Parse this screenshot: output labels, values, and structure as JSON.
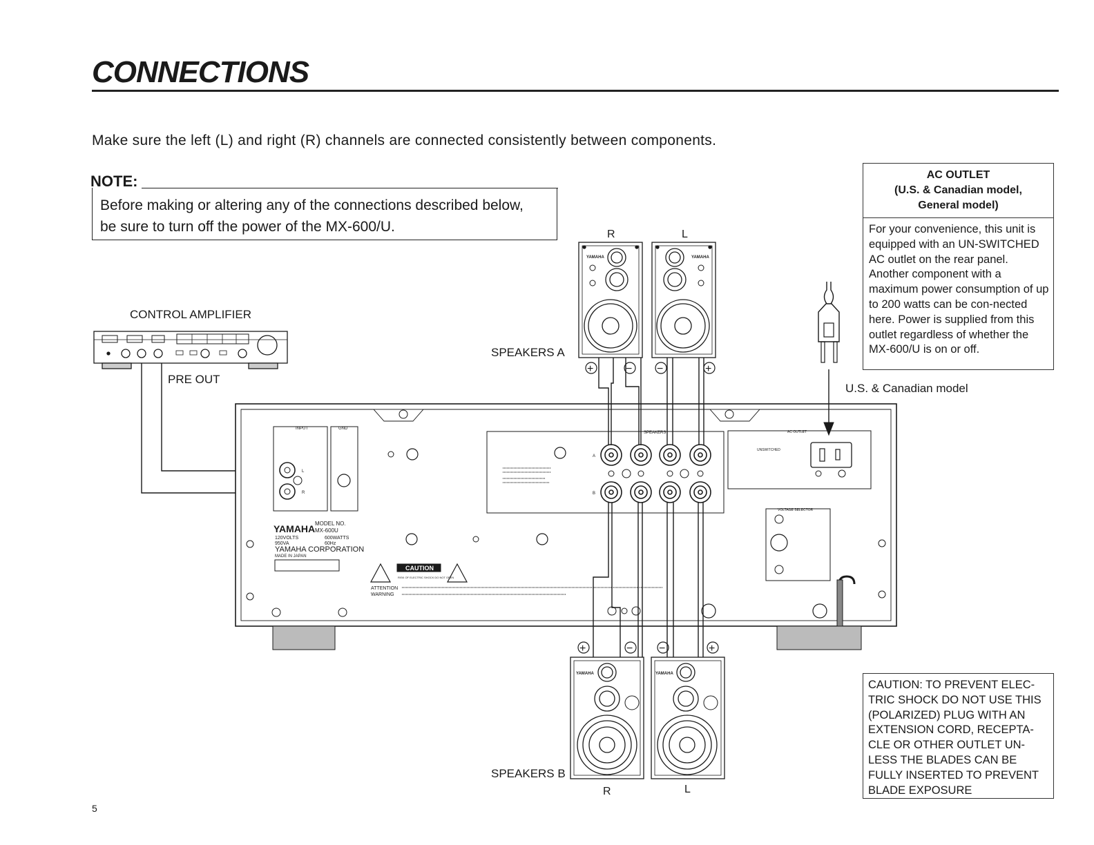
{
  "page": {
    "title": "CONNECTIONS",
    "intro": "Make sure the left (L) and right (R) channels are connected consistently between components.",
    "page_number": "5"
  },
  "note": {
    "label": "NOTE:",
    "line1": "Before making or altering any of the connections described below,",
    "line2": "be sure to turn off the power of the MX-600/U."
  },
  "ac_outlet": {
    "title": "AC OUTLET",
    "subtitle1": "(U.S. & Canadian model,",
    "subtitle2": "General model)",
    "body": "For your convenience, this unit is equipped with an UN-SWITCHED AC outlet on the rear panel. Another component with a maximum power consumption of up to 200 watts can be con-nected here. Power is supplied from this outlet regardless of whether the MX-600/U is on or off.",
    "model_label": "U.S. & Canadian model"
  },
  "caution": {
    "text": "CAUTION: TO PREVENT ELEC-TRIC SHOCK DO NOT USE THIS (POLARIZED) PLUG WITH AN EXTENSION CORD, RECEPTA-CLE OR OTHER OUTLET UN-LESS THE BLADES CAN BE FULLY INSERTED TO PREVENT BLADE EXPOSURE"
  },
  "diagram": {
    "control_amp_label": "CONTROL AMPLIFIER",
    "pre_out_label": "PRE OUT",
    "speakers_a_label": "SPEAKERS A",
    "speakers_b_label": "SPEAKERS B",
    "channel_r": "R",
    "channel_l": "L",
    "plus": "+",
    "minus": "−",
    "brand": "YAMAHA",
    "model_no_label": "MODEL NO.",
    "model_no": "MX-600U",
    "rating_volts": "120VOLTS",
    "rating_watts": "600WATTS",
    "rating_va": "950VA",
    "rating_hz": "60Hz",
    "corporation": "YAMAHA CORPORATION",
    "made_in": "MADE IN JAPAN",
    "caution_panel": "CAUTION",
    "caution_panel_sub": "RISK OF ELECTRIC SHOCK DO NOT OPEN",
    "attention_prefix": "ATTENTION",
    "warning_label": "WARNING",
    "input_label": "INPUT",
    "gnd_label": "GND",
    "speakers_panel_label": "SPEAKERS",
    "ac_outlet_panel_label": "AC OUTLET",
    "unswitched_label": "UNSWITCHED",
    "voltage_selector_label": "VOLTAGE SELECTOR",
    "jack_l": "L",
    "jack_r": "R",
    "terminal_a": "A",
    "terminal_b": "B"
  },
  "colors": {
    "ink": "#1a1a1a",
    "panel_fill": "#ffffff",
    "shade": "#9a9a9a"
  }
}
